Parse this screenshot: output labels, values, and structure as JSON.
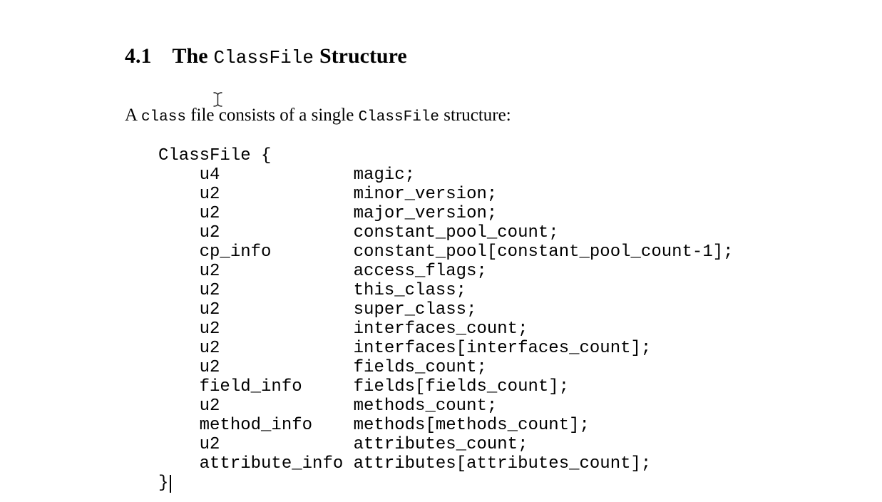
{
  "page": {
    "background": "#ffffff",
    "text_color": "#000000"
  },
  "heading": {
    "number": "4.1",
    "word_the": "The",
    "code": "ClassFile",
    "word_structure": "Structure"
  },
  "paragraph": {
    "lead": "A ",
    "code1": "class",
    "middle": " file consists of a single ",
    "code2": "ClassFile",
    "tail": " structure:"
  },
  "code_block": {
    "struct_name": "ClassFile",
    "text": "ClassFile {\n    u4             magic;\n    u2             minor_version;\n    u2             major_version;\n    u2             constant_pool_count;\n    cp_info        constant_pool[constant_pool_count-1];\n    u2             access_flags;\n    u2             this_class;\n    u2             super_class;\n    u2             interfaces_count;\n    u2             interfaces[interfaces_count];\n    u2             fields_count;\n    field_info     fields[fields_count];\n    u2             methods_count;\n    method_info    methods[methods_count];\n    u2             attributes_count;\n    attribute_info attributes[attributes_count];\n}",
    "fields": [
      {
        "type": "u4",
        "declaration": "magic;"
      },
      {
        "type": "u2",
        "declaration": "minor_version;"
      },
      {
        "type": "u2",
        "declaration": "major_version;"
      },
      {
        "type": "u2",
        "declaration": "constant_pool_count;"
      },
      {
        "type": "cp_info",
        "declaration": "constant_pool[constant_pool_count-1];"
      },
      {
        "type": "u2",
        "declaration": "access_flags;"
      },
      {
        "type": "u2",
        "declaration": "this_class;"
      },
      {
        "type": "u2",
        "declaration": "super_class;"
      },
      {
        "type": "u2",
        "declaration": "interfaces_count;"
      },
      {
        "type": "u2",
        "declaration": "interfaces[interfaces_count];"
      },
      {
        "type": "u2",
        "declaration": "fields_count;"
      },
      {
        "type": "field_info",
        "declaration": "fields[fields_count];"
      },
      {
        "type": "u2",
        "declaration": "methods_count;"
      },
      {
        "type": "method_info",
        "declaration": "methods[methods_count];"
      },
      {
        "type": "u2",
        "declaration": "attributes_count;"
      },
      {
        "type": "attribute_info",
        "declaration": "attributes[attributes_count];"
      }
    ]
  },
  "cursor": {
    "mouse_pointer": "text-ibeam",
    "caret_present": "true"
  }
}
